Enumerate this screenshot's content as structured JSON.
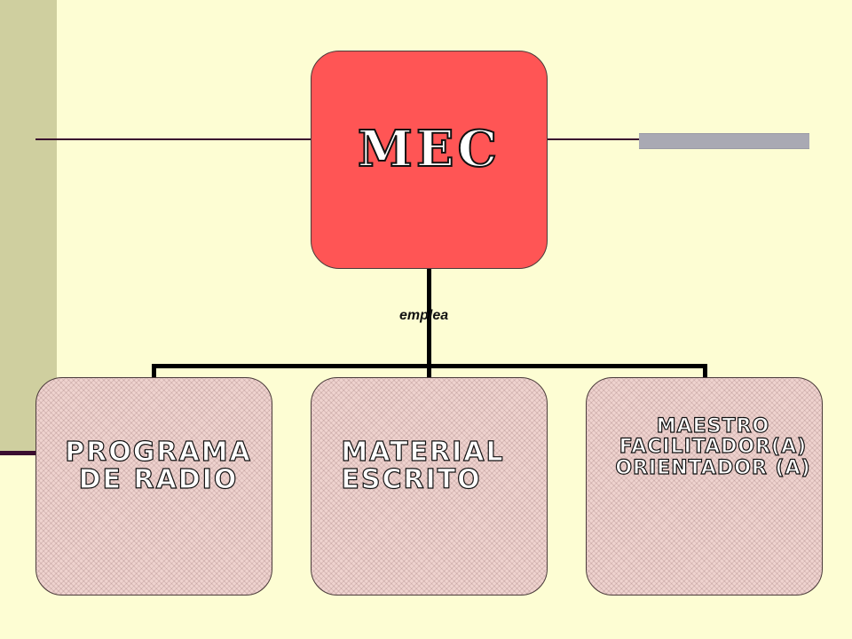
{
  "diagram": {
    "root": {
      "label": "MEC",
      "color": "#ff5555"
    },
    "edge_label": "emplea",
    "children": [
      {
        "line1": "Programa",
        "line2": "de radio"
      },
      {
        "line1": "Material",
        "line2": "escrito"
      },
      {
        "line1": "Maestro",
        "line2": "facilitador(a)",
        "line3": "orientador (a)"
      }
    ]
  },
  "colors": {
    "background": "#fdfdd3",
    "side_bar": "#cfcf9f",
    "child_fill": "#efd3cf",
    "accent_line": "#3a0d2f"
  }
}
